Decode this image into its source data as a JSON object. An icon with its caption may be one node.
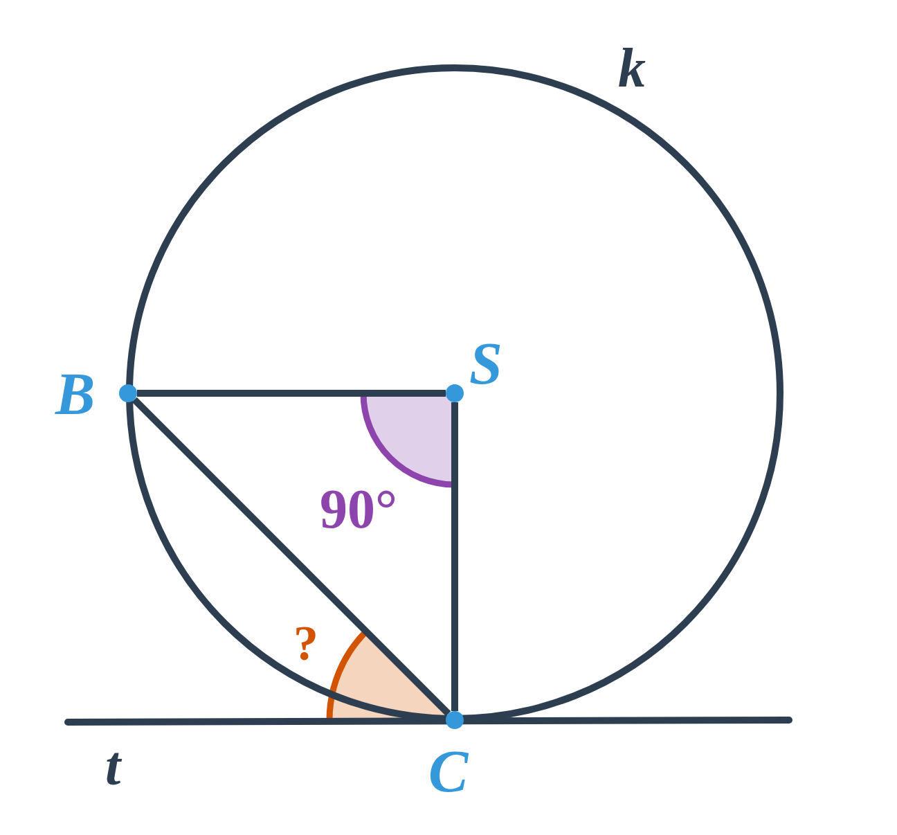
{
  "diagram": {
    "nodes": [
      {
        "text": [
          "B"
        ]
      },
      {
        "text": [
          "S"
        ]
      },
      {
        "text": [
          "C"
        ]
      }
    ],
    "edges": [
      {
        "from": 0,
        "to": 1,
        "arrow": "none"
      },
      {
        "from": 1,
        "to": 2,
        "arrow": "none"
      },
      {
        "from": 0,
        "to": 2,
        "arrow": "none"
      }
    ],
    "labels": [
      "k",
      "90°",
      "?",
      "t"
    ]
  }
}
